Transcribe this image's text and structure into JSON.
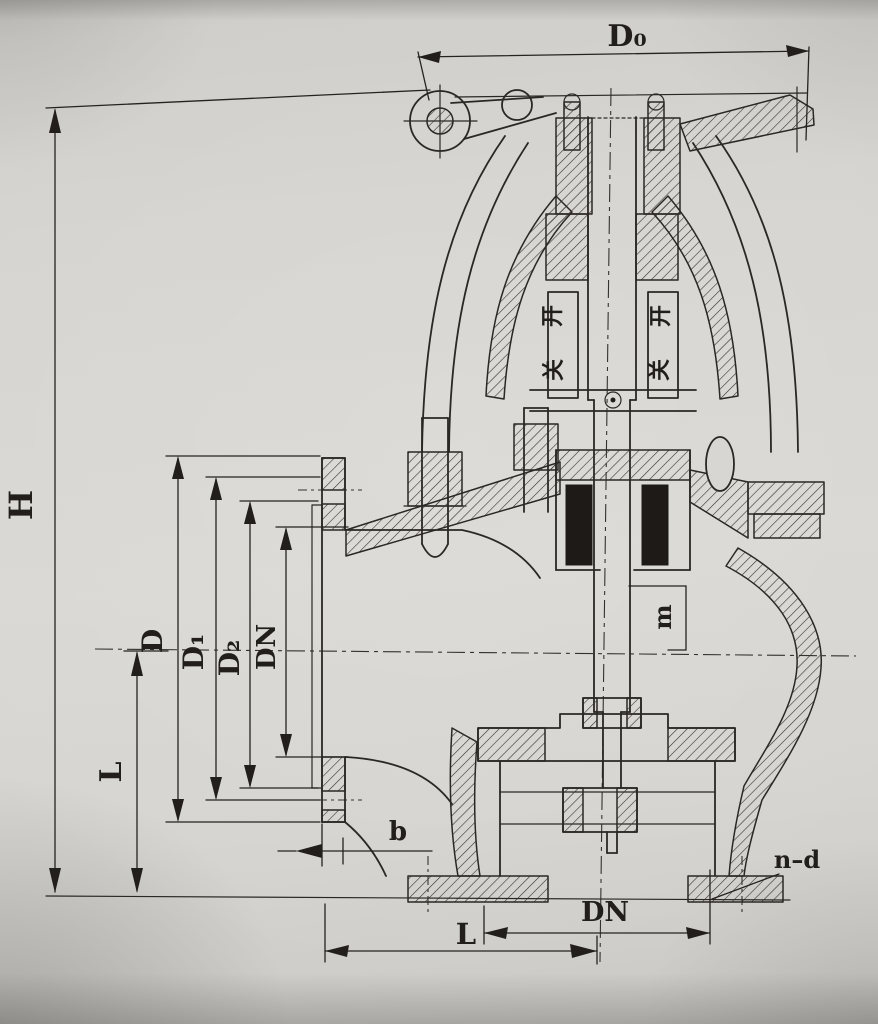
{
  "drawing": {
    "type": "valve cross-section technical drawing",
    "dimension_labels": {
      "handwheel_diameter": "D₀",
      "overall_height": "H",
      "flange_outer_diameter": "D",
      "bolt_circle_diameter": "D₁",
      "raised_face_diameter": "D₂",
      "nominal_bore_side": "DN",
      "center_to_face_side": "L",
      "stroke_m": "m",
      "flange_thickness": "b",
      "nominal_bore_bottom": "DN",
      "center_to_face_bottom": "L",
      "bolt_holes": "n–d"
    },
    "direction_markings": {
      "open_left": "开",
      "open_right": "开",
      "close_left": "关",
      "close_right": "关"
    },
    "colors": {
      "paper": "#d7d5d1",
      "ink": "#24211e"
    }
  }
}
